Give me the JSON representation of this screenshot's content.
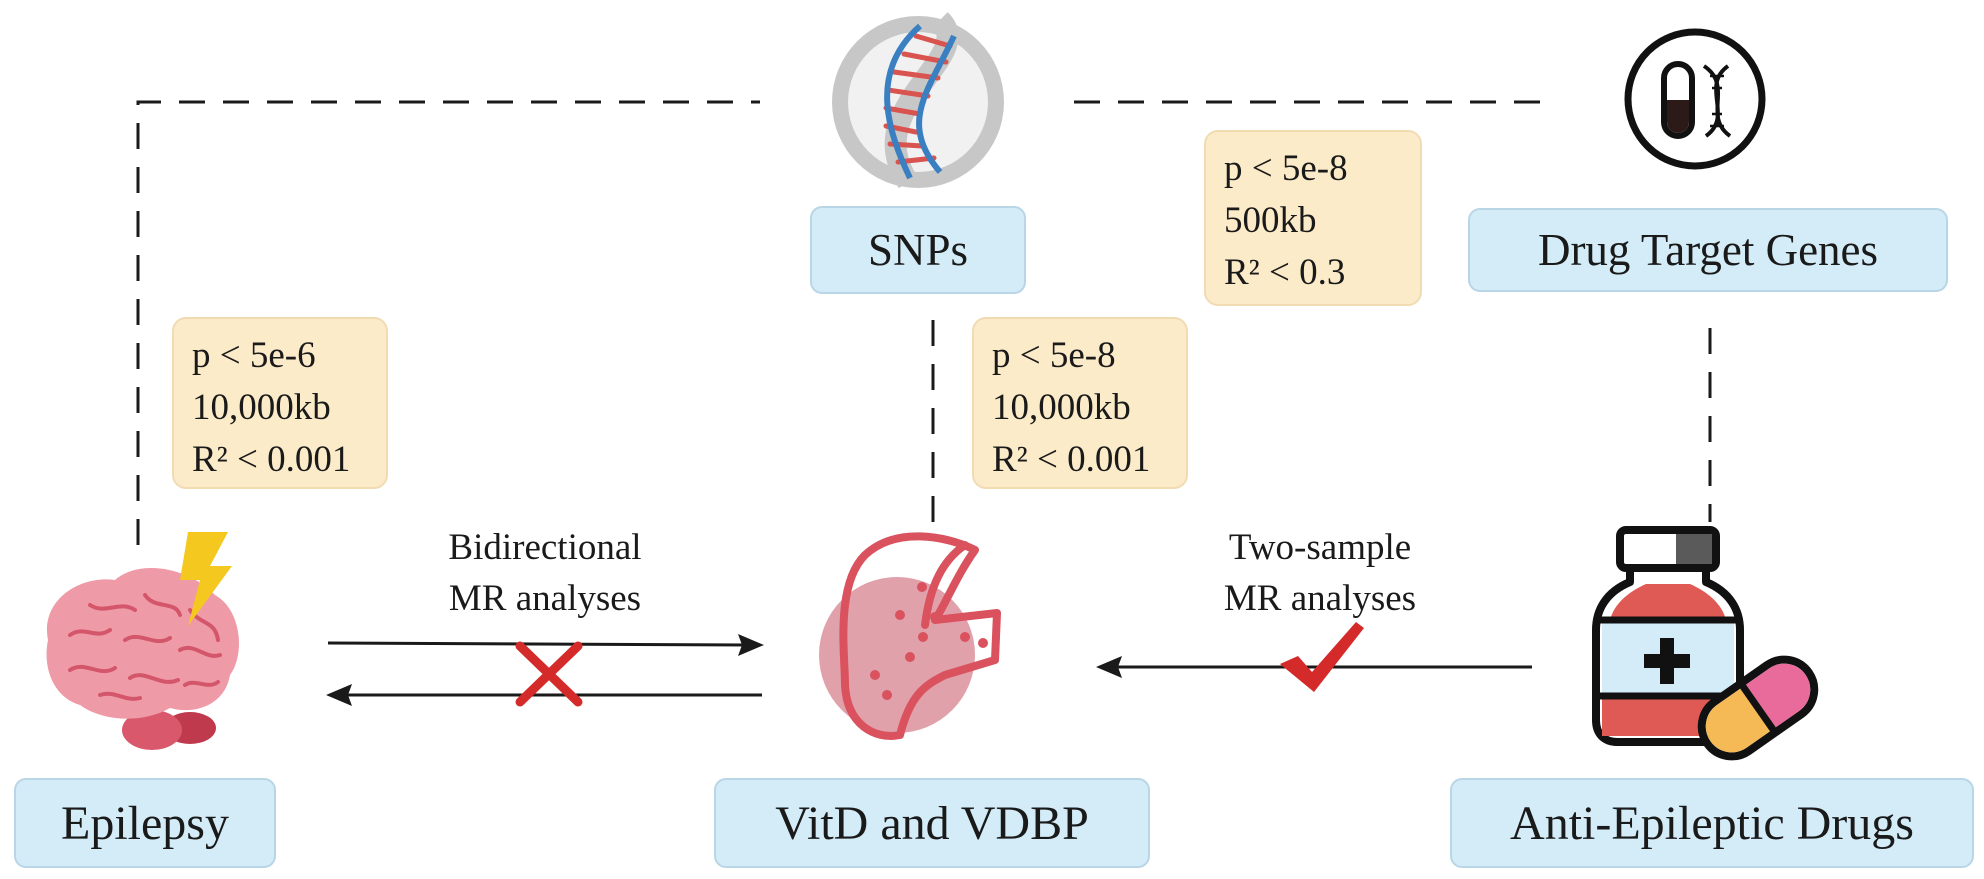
{
  "nodes": {
    "snps": "SNPs",
    "drug_target_genes": "Drug Target Genes",
    "epilepsy": "Epilepsy",
    "vitd_vdbp": "VitD and VDBP",
    "anti_epileptic_drugs": "Anti-Epileptic Drugs"
  },
  "thresholds": {
    "epilepsy": [
      "p < 5e-6",
      "10,000kb",
      "R² < 0.001"
    ],
    "vitd": [
      "p < 5e-8",
      "10,000kb",
      "R² < 0.001"
    ],
    "drug_targets": [
      "p < 5e-8",
      "500kb",
      "R² < 0.3"
    ]
  },
  "edges": {
    "bidirectional": {
      "line1": "Bidirectional",
      "line2": "MR analyses",
      "result_icon": "cross-mark-icon",
      "result_color": "#d42a2a"
    },
    "two_sample": {
      "line1": "Two-sample",
      "line2": "MR analyses",
      "result_icon": "check-mark-icon",
      "result_color": "#d42a2a"
    }
  },
  "icons": {
    "snps": "dna-helix-icon",
    "drug_target_genes": "pill-dna-icon",
    "epilepsy": "brain-lightning-icon",
    "vitd_vdbp": "liver-organ-icon",
    "anti_epileptic_drugs": "medicine-bottle-icon"
  },
  "colors": {
    "node_box": "#d3ecf8",
    "threshold_box": "#fcebc9",
    "brain": "#ef9aa7",
    "lightning": "#f4c81e",
    "organ": "#d9525e",
    "pill": "#e2687b"
  }
}
